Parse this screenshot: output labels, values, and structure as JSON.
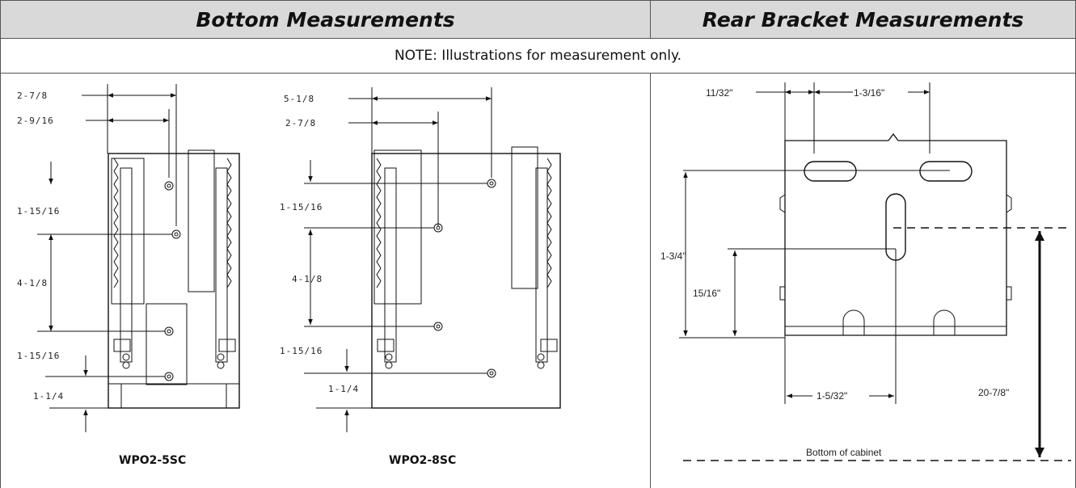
{
  "headers": {
    "left": "Bottom Measurements",
    "right": "Rear Bracket Measurements"
  },
  "note": "NOTE:  Illustrations for measurement only.",
  "wpo5": {
    "model": "WPO2-5SC",
    "dim_top1": "2-7/8",
    "dim_top2": "2-9/16",
    "dim_v1": "1-15/16",
    "dim_v2": "4-1/8",
    "dim_v3": "1-15/16",
    "dim_v4": "1-1/4"
  },
  "wpo8": {
    "model": "WPO2-8SC",
    "dim_top1": "5-1/8",
    "dim_top2": "2-7/8",
    "dim_v1": "1-15/16",
    "dim_v2": "4-1/8",
    "dim_v3": "1-15/16",
    "dim_v4": "1-1/4"
  },
  "rear": {
    "dim_slot_offset": "11/32\"",
    "dim_slot_spacing": "1-3/16\"",
    "dim_height": "1-3/4\"",
    "dim_center_height": "15/16\"",
    "dim_center_offset": "1-5/32\"",
    "dim_cabinet": "20-7/8\"",
    "bottom_label": "Bottom of cabinet"
  }
}
